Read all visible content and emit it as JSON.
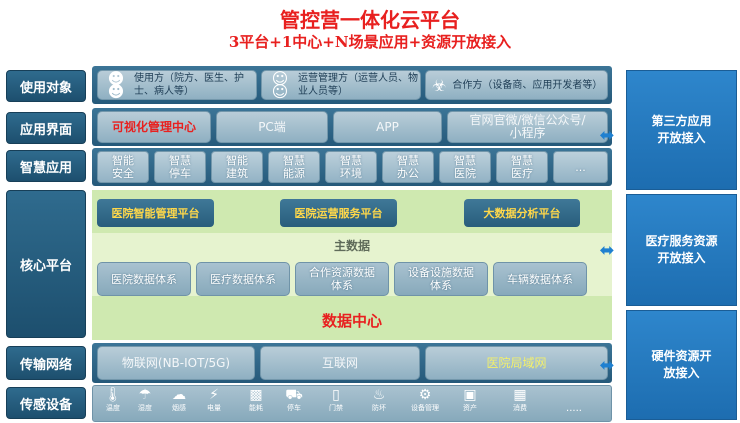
{
  "header": {
    "title": "管控营一体化云平台",
    "subtitle": "3平台+1中心+N场景应用+资源开放接入"
  },
  "rows": {
    "users": "使用对象",
    "ui": "应用界面",
    "smart": "智慧应用",
    "core": "核心平台",
    "network": "传输网络",
    "sensing": "传感设备"
  },
  "users": [
    {
      "icon": "people-icon",
      "text": "使用方（院方、医生、护士、病人等）"
    },
    {
      "icon": "users-icon",
      "text": "运营管理方（运营人员、物业人员等）"
    },
    {
      "icon": "org-icon",
      "text": "合作方（设备商、应用开发者等）"
    }
  ],
  "ui": [
    {
      "text": "可视化管理中心",
      "highlight": true
    },
    {
      "text": "PC端",
      "highlight": false
    },
    {
      "text": "APP",
      "highlight": false
    },
    {
      "text": "官网官微/微信公众号/小程序",
      "highlight": false
    }
  ],
  "smart": [
    "智能安全",
    "智慧停车",
    "智能建筑",
    "智慧能源",
    "智慧环境",
    "智慧办公",
    "智慧医院",
    "智慧医疗",
    "..."
  ],
  "core": {
    "platforms": [
      "医院智能管理平台",
      "医院运营服务平台",
      "大数据分析平台"
    ],
    "master_data": "主数据",
    "systems": [
      "医院数据体系",
      "医疗数据体系",
      "合作资源数据体系",
      "设备设施数据体系",
      "车辆数据体系"
    ],
    "data_center": "数据中心"
  },
  "network": [
    {
      "text": "物联网(NB-IOT/5G)",
      "highlight": false
    },
    {
      "text": "互联网",
      "highlight": false
    },
    {
      "text": "医院局域网",
      "highlight": true
    }
  ],
  "sensing": [
    {
      "icon": "thermometer-icon",
      "label": "温度"
    },
    {
      "icon": "humidity-icon",
      "label": "湿度"
    },
    {
      "icon": "smoke-icon",
      "label": "烟感"
    },
    {
      "icon": "power-icon",
      "label": "电量"
    },
    {
      "icon": "energy-icon",
      "label": "能耗"
    },
    {
      "icon": "car-icon",
      "label": "停车"
    },
    {
      "icon": "door-icon",
      "label": "门禁"
    },
    {
      "icon": "fire-icon",
      "label": "防坏"
    },
    {
      "icon": "device-icon",
      "label": "设备管理"
    },
    {
      "icon": "asset-icon",
      "label": "资产"
    },
    {
      "icon": "consume-icon",
      "label": "消费"
    },
    {
      "icon": "more-icon",
      "label": "....."
    }
  ],
  "right": [
    "第三方应用开放接入",
    "医疗服务资源开放接入",
    "硬件资源开放接入"
  ],
  "colors": {
    "title_red": "#e8201f",
    "row_blue": "#25597a",
    "right_blue": "#1d6db0",
    "core_green": "#cfe9b0",
    "yellow": "#ffd84a"
  }
}
